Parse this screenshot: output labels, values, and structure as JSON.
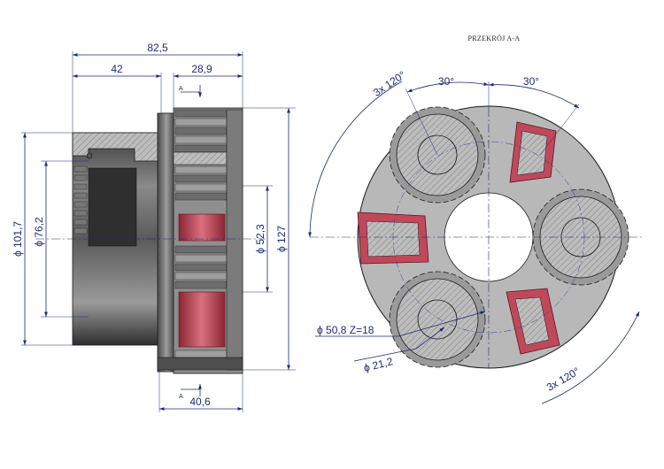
{
  "section_title": "PRZEKRÓJ A-A",
  "section_marker": "A",
  "dimensions": {
    "total_length": "82,5",
    "hub_length": "42",
    "gear_offset": "28,9",
    "gear_width": "40,6",
    "dia_outer_hub": "ϕ 101,7",
    "dia_spline": "ϕ 76,2",
    "dia_bore": "ϕ 52,3",
    "dia_outer": "ϕ 127",
    "pitch_circle": "ϕ 50,8  Z=18",
    "planet_bore": "ϕ 21,2",
    "angle_spacing_top": "3x 120°",
    "angle_spacing_bottom": "3x 120°",
    "angle_left": "30°",
    "angle_right": "30°"
  },
  "colors": {
    "dimension": "#1c2a78",
    "steel_light": "#b9b9b9",
    "steel_dark": "#4a4a4a",
    "highlight_red": "#c0485a",
    "outline": "#1a1a1a"
  }
}
